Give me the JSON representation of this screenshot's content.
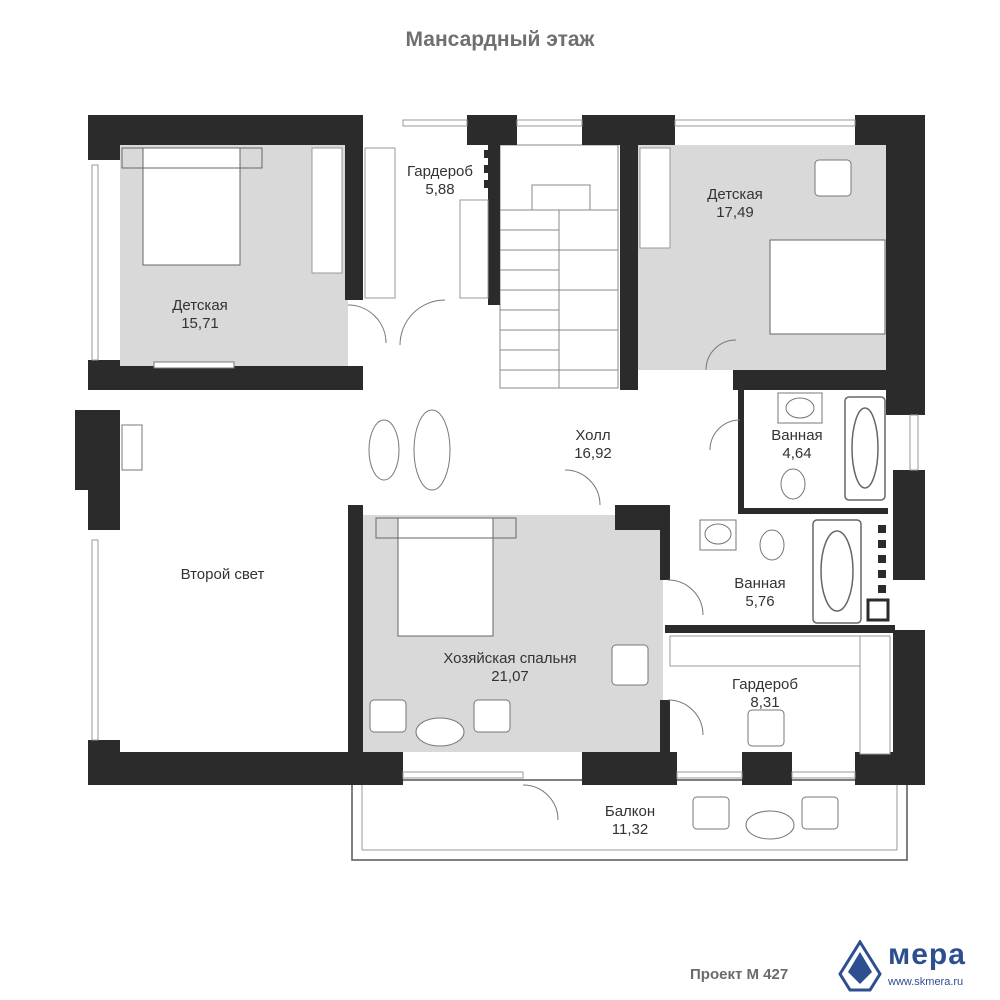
{
  "title": "Мансардный этаж",
  "rooms": [
    {
      "name": "Детская",
      "area": "15,71"
    },
    {
      "name": "Гардероб",
      "area": "5,88"
    },
    {
      "name": "Детская",
      "area": "17,49"
    },
    {
      "name": "Холл",
      "area": "16,92"
    },
    {
      "name": "Ванная",
      "area": "4,64"
    },
    {
      "name": "Второй свет",
      "area": ""
    },
    {
      "name": "Хозяйская спальня",
      "area": "21,07"
    },
    {
      "name": "Ванная",
      "area": "5,76"
    },
    {
      "name": "Гардероб",
      "area": "8,31"
    },
    {
      "name": "Балкон",
      "area": "11,32"
    }
  ],
  "footer": {
    "project": "Проект М 427",
    "brand": "мера",
    "url": "www.skmera.ru"
  },
  "colors": {
    "wall": "#2b2b2b",
    "room_fill": "#d9d9d9",
    "brand": "#2e4f8f"
  }
}
